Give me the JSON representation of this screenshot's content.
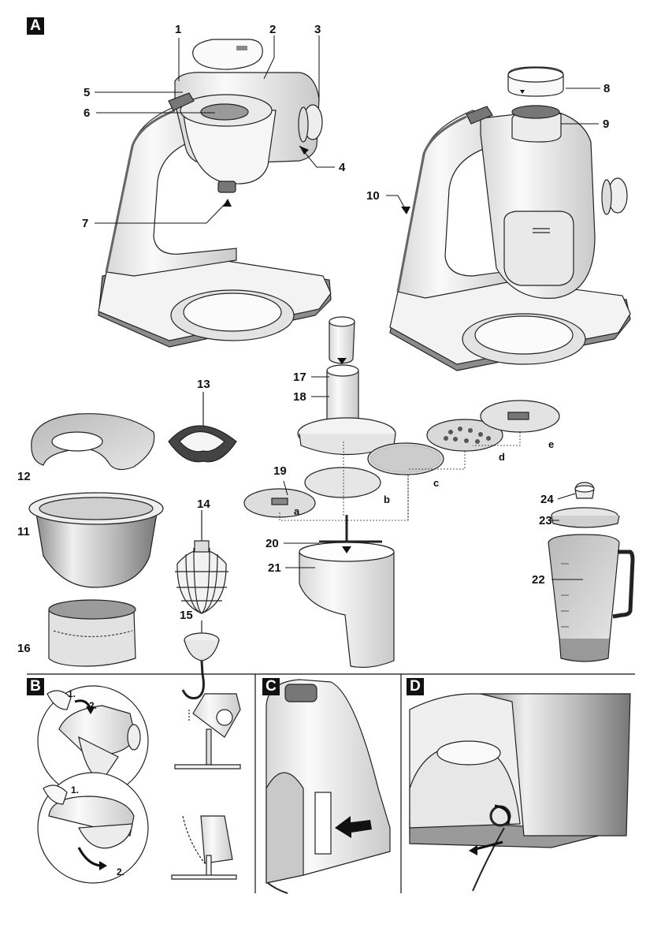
{
  "sections": {
    "a": "A",
    "b": "B",
    "c": "C",
    "d": "D"
  },
  "callouts": {
    "c1": "1",
    "c2": "2",
    "c3": "3",
    "c4": "4",
    "c5": "5",
    "c6": "6",
    "c7": "7",
    "c8": "8",
    "c9": "9",
    "c10": "10",
    "c11": "11",
    "c12": "12",
    "c13": "13",
    "c14": "14",
    "c15": "15",
    "c16": "16",
    "c17": "17",
    "c18": "18",
    "c19": "19",
    "c20": "20",
    "c21": "21",
    "c22": "22",
    "c23": "23",
    "c24": "24"
  },
  "discs": {
    "a": "a",
    "b": "b",
    "c": "c",
    "d": "d",
    "e": "e"
  },
  "steps": {
    "s1": "1.",
    "s2": "2.",
    "s3": "1.",
    "s4": "2."
  },
  "colors": {
    "ink": "#111111",
    "body": "#f2f2f2",
    "shade": "#cfcfcf",
    "dark": "#6d6d6d"
  }
}
